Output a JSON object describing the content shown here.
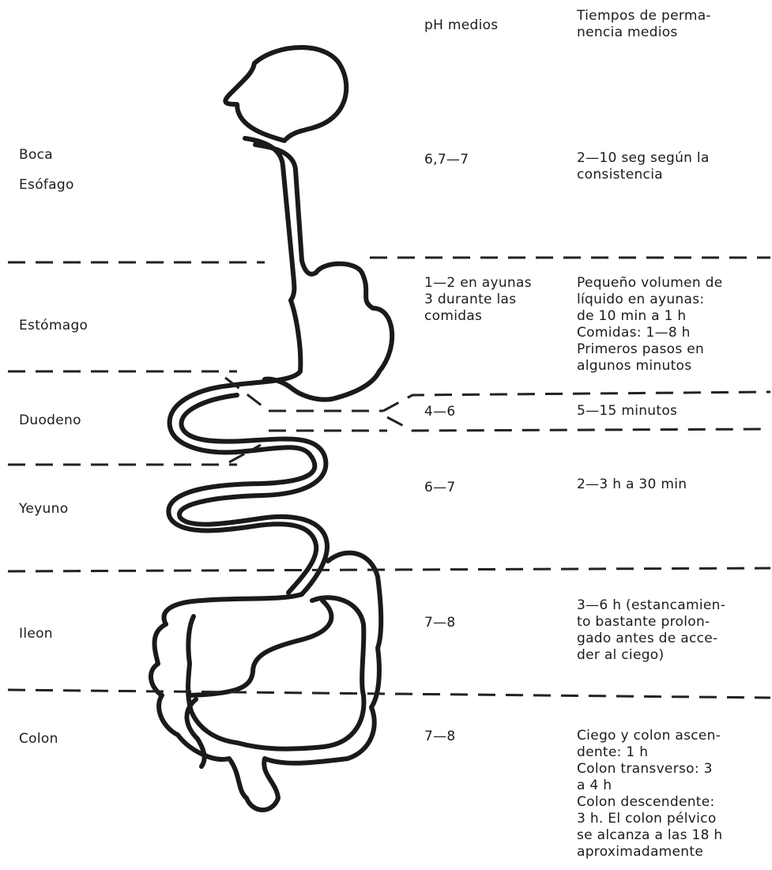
{
  "headers": {
    "ph": "pH medios",
    "time": "Tiempos de perma-\nnencia medios"
  },
  "rows": [
    {
      "organ": "Boca",
      "ph": "6,7—7",
      "time": "2—10 seg según la\nconsistencia"
    },
    {
      "organ": "Esófago"
    },
    {
      "organ": "Estómago",
      "ph": "1—2 en ayunas\n3 durante las\ncomidas",
      "time": "Pequeño volumen de\nlíquido en ayunas:\nde 10 min a 1 h\nComidas: 1—8 h\nPrimeros pasos en\nalgunos minutos"
    },
    {
      "organ": "Duodeno",
      "ph": "4—6",
      "time": "5—15 minutos"
    },
    {
      "organ": "Yeyuno",
      "ph": "6—7",
      "time": "2—3 h a 30 min"
    },
    {
      "organ": "Ileon",
      "ph": "7—8",
      "time": "3—6 h (estancamien-\nto bastante prolon-\ngado antes de acce-\nder al ciego)"
    },
    {
      "organ": "Colon",
      "ph": "7—8",
      "time": "Ciego y colon ascen-\ndente: 1 h\nColon transverso: 3\na 4 h\nColon descendente:\n3 h. El colon pélvico\nse alcanza a las 18 h\naproximadamente"
    }
  ]
}
